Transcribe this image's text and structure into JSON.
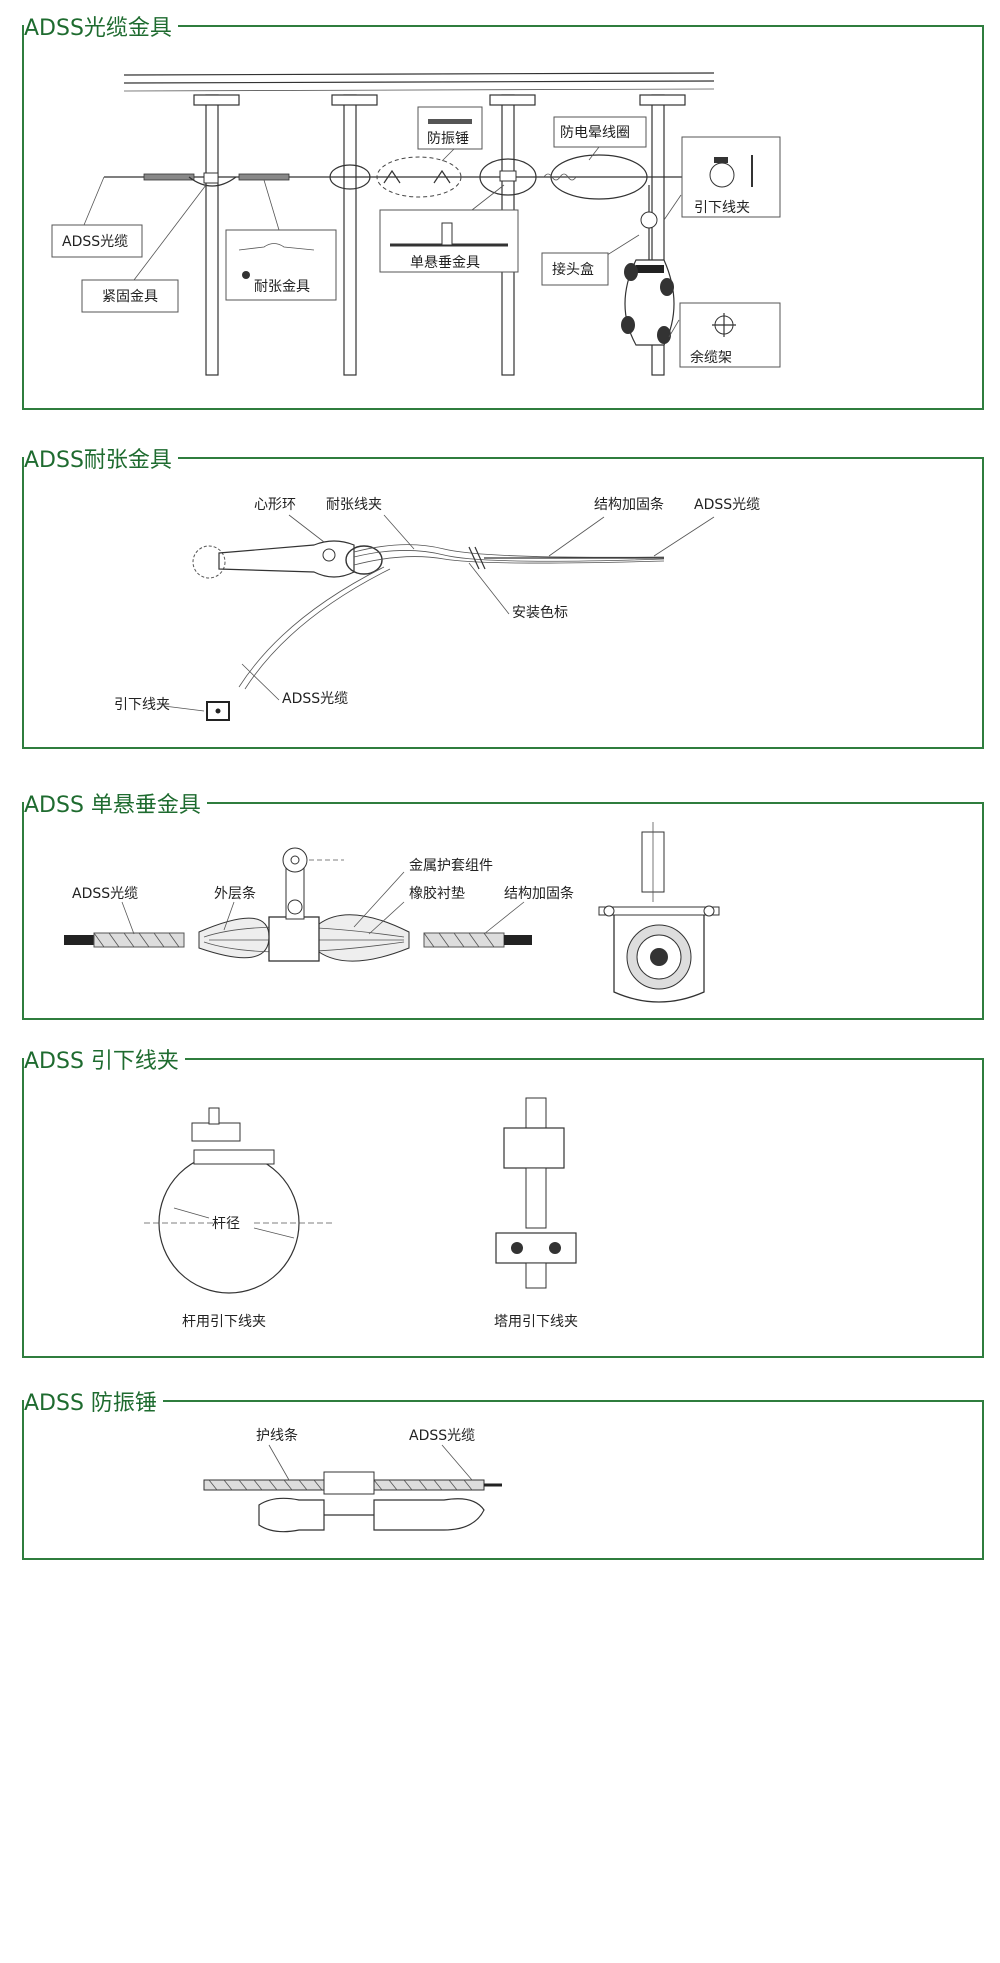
{
  "sections": [
    {
      "title": "ADSS光缆金具",
      "labels": {
        "adss_cable": "ADSS光缆",
        "tight_fitting": "紧固金具",
        "tension_fitting": "耐张金具",
        "damper": "防振锤",
        "single_suspension": "单悬垂金具",
        "corona_ring": "防电晕线圈",
        "down_lead_clamp": "引下线夹",
        "joint_box": "接头盒",
        "spare_rack": "余缆架"
      }
    },
    {
      "title": "ADSS耐张金具",
      "labels": {
        "thimble": "心形环",
        "tension_clamp": "耐张线夹",
        "reinforcing_rod": "结构加固条",
        "adss_cable_top": "ADSS光缆",
        "install_mark": "安装色标",
        "down_lead_clamp": "引下线夹",
        "adss_cable_bottom": "ADSS光缆"
      }
    },
    {
      "title": "ADSS 单悬垂金具",
      "labels": {
        "adss_cable": "ADSS光缆",
        "outer_rod": "外层条",
        "metal_sheath": "金属护套组件",
        "rubber_pad": "橡胶衬垫",
        "reinforcing_rod": "结构加固条"
      }
    },
    {
      "title": "ADSS 引下线夹",
      "labels": {
        "pole_diameter": "杆径",
        "pole_clamp": "杆用引下线夹",
        "tower_clamp": "塔用引下线夹"
      }
    },
    {
      "title": "ADSS 防振锤",
      "labels": {
        "guard_rod": "护线条",
        "adss_cable": "ADSS光缆"
      }
    }
  ],
  "colors": {
    "accent": "#2f7d3e",
    "title": "#1e6b2f"
  }
}
